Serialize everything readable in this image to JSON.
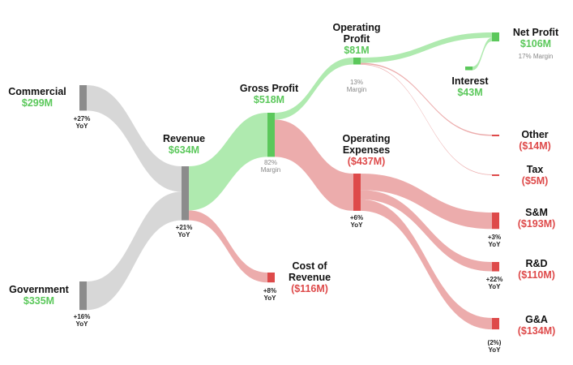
{
  "nodes": {
    "commercial": {
      "name": "Commercial",
      "value": "$299M",
      "note": "+27%\nYoY"
    },
    "government": {
      "name": "Government",
      "value": "$335M",
      "note": "+16%\nYoY"
    },
    "revenue": {
      "name": "Revenue",
      "value": "$634M",
      "note": "+21%\nYoY"
    },
    "gross_profit": {
      "name": "Gross Profit",
      "value": "$518M",
      "margin": "82%\nMargin"
    },
    "cost_of_revenue": {
      "name": "Cost of\nRevenue",
      "value": "($116M)",
      "note": "+8%\nYoY"
    },
    "operating_profit": {
      "name": "Operating\nProfit",
      "value": "$81M",
      "margin": "13%\nMargin"
    },
    "operating_expenses": {
      "name": "Operating\nExpenses",
      "value": "($437M)",
      "note": "+6%\nYoY"
    },
    "net_profit": {
      "name": "Net Profit",
      "value": "$106M",
      "margin": "17% Margin"
    },
    "interest": {
      "name": "Interest",
      "value": "$43M"
    },
    "other": {
      "name": "Other",
      "value": "($14M)"
    },
    "tax": {
      "name": "Tax",
      "value": "($5M)"
    },
    "sm": {
      "name": "S&M",
      "value": "($193M)",
      "note": "+3%\nYoY"
    },
    "rd": {
      "name": "R&D",
      "value": "($110M)",
      "note": "+22%\nYoY"
    },
    "ga": {
      "name": "G&A",
      "value": "($134M)",
      "note": "(2%)\nYoY"
    }
  },
  "chart_data": {
    "type": "sankey",
    "units": "$M",
    "links": [
      {
        "from": "Commercial",
        "to": "Revenue",
        "value": 299
      },
      {
        "from": "Government",
        "to": "Revenue",
        "value": 335
      },
      {
        "from": "Revenue",
        "to": "Gross Profit",
        "value": 518
      },
      {
        "from": "Revenue",
        "to": "Cost of Revenue",
        "value": 116
      },
      {
        "from": "Gross Profit",
        "to": "Operating Profit",
        "value": 81
      },
      {
        "from": "Gross Profit",
        "to": "Operating Expenses",
        "value": 437
      },
      {
        "from": "Operating Profit",
        "to": "Net Profit",
        "value": 62
      },
      {
        "from": "Interest",
        "to": "Net Profit",
        "value": 43
      },
      {
        "from": "Operating Profit",
        "to": "Other",
        "value": 14
      },
      {
        "from": "Operating Profit",
        "to": "Tax",
        "value": 5
      },
      {
        "from": "Operating Expenses",
        "to": "S&M",
        "value": 193
      },
      {
        "from": "Operating Expenses",
        "to": "R&D",
        "value": 110
      },
      {
        "from": "Operating Expenses",
        "to": "G&A",
        "value": 134
      }
    ],
    "colors": {
      "neutral": "#8c8c8c",
      "profit": "#5bc85b",
      "expense": "#de4a4a"
    }
  }
}
